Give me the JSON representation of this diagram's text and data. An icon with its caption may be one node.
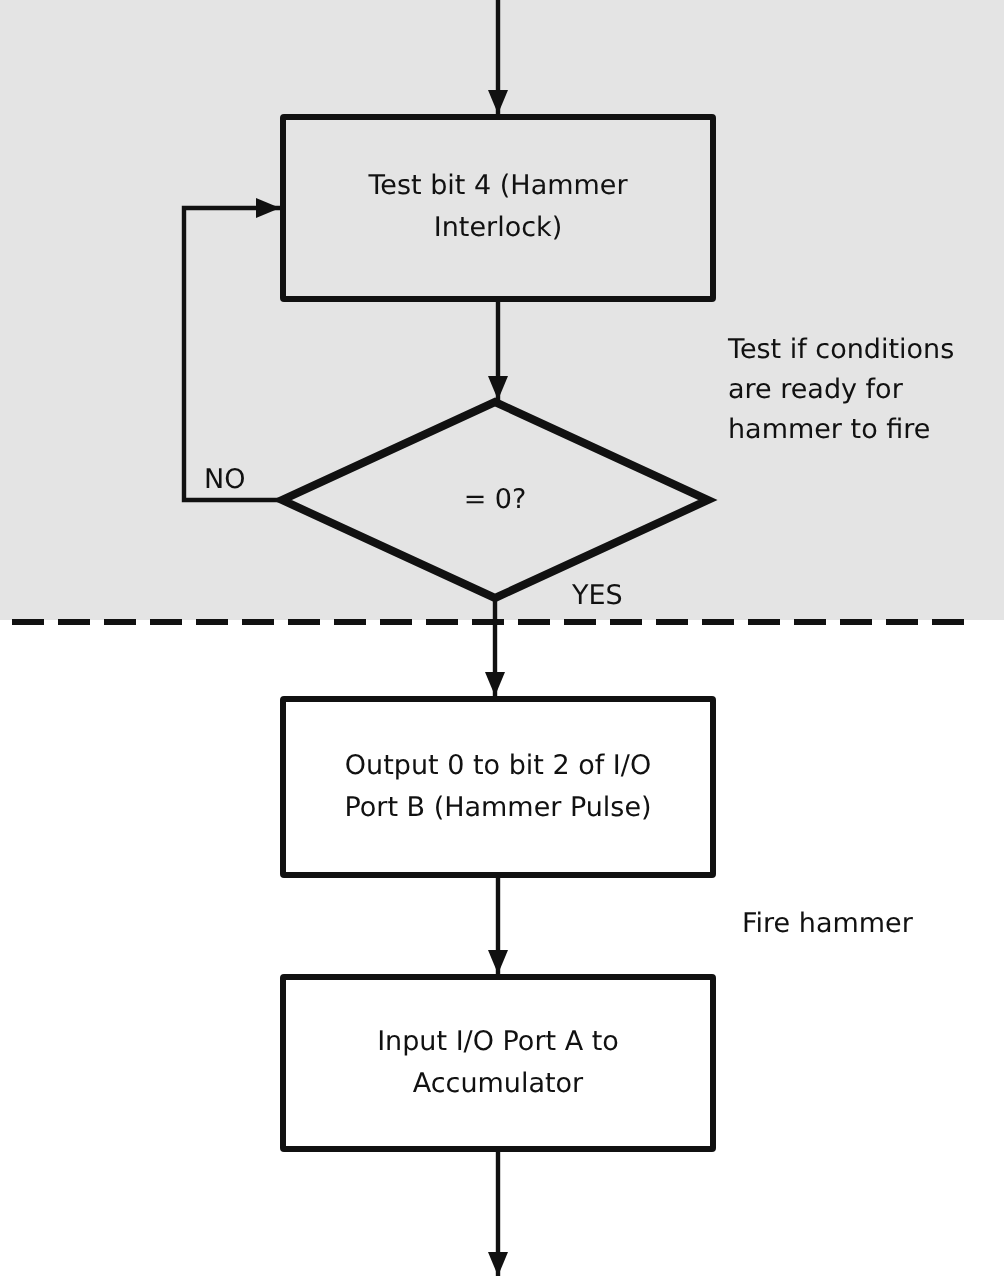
{
  "diagram": {
    "nodes": [
      {
        "text": [
          "Test bit 4 (Hammer Interlock)"
        ]
      },
      {
        "text": [
          "= 0?"
        ]
      },
      {
        "text": [
          "Output 0 to bit 2 of I/O Port B (Hammer Pulse)"
        ]
      },
      {
        "text": [
          "Input I/O Port A to Accumulator"
        ]
      }
    ],
    "edges": [
      {
        "from": null,
        "to": 0,
        "arrow": "to"
      },
      {
        "from": 0,
        "to": 1,
        "arrow": "to"
      },
      {
        "from": 1,
        "to": 0,
        "arrow": "to",
        "label": "NO"
      },
      {
        "from": 1,
        "to": 2,
        "arrow": "to",
        "label": "YES"
      },
      {
        "from": 2,
        "to": 3,
        "arrow": "to"
      },
      {
        "from": 3,
        "to": null,
        "arrow": "to"
      }
    ],
    "labels": [
      "Test if conditions are ready for hammer to fire",
      "Fire hammer"
    ]
  }
}
